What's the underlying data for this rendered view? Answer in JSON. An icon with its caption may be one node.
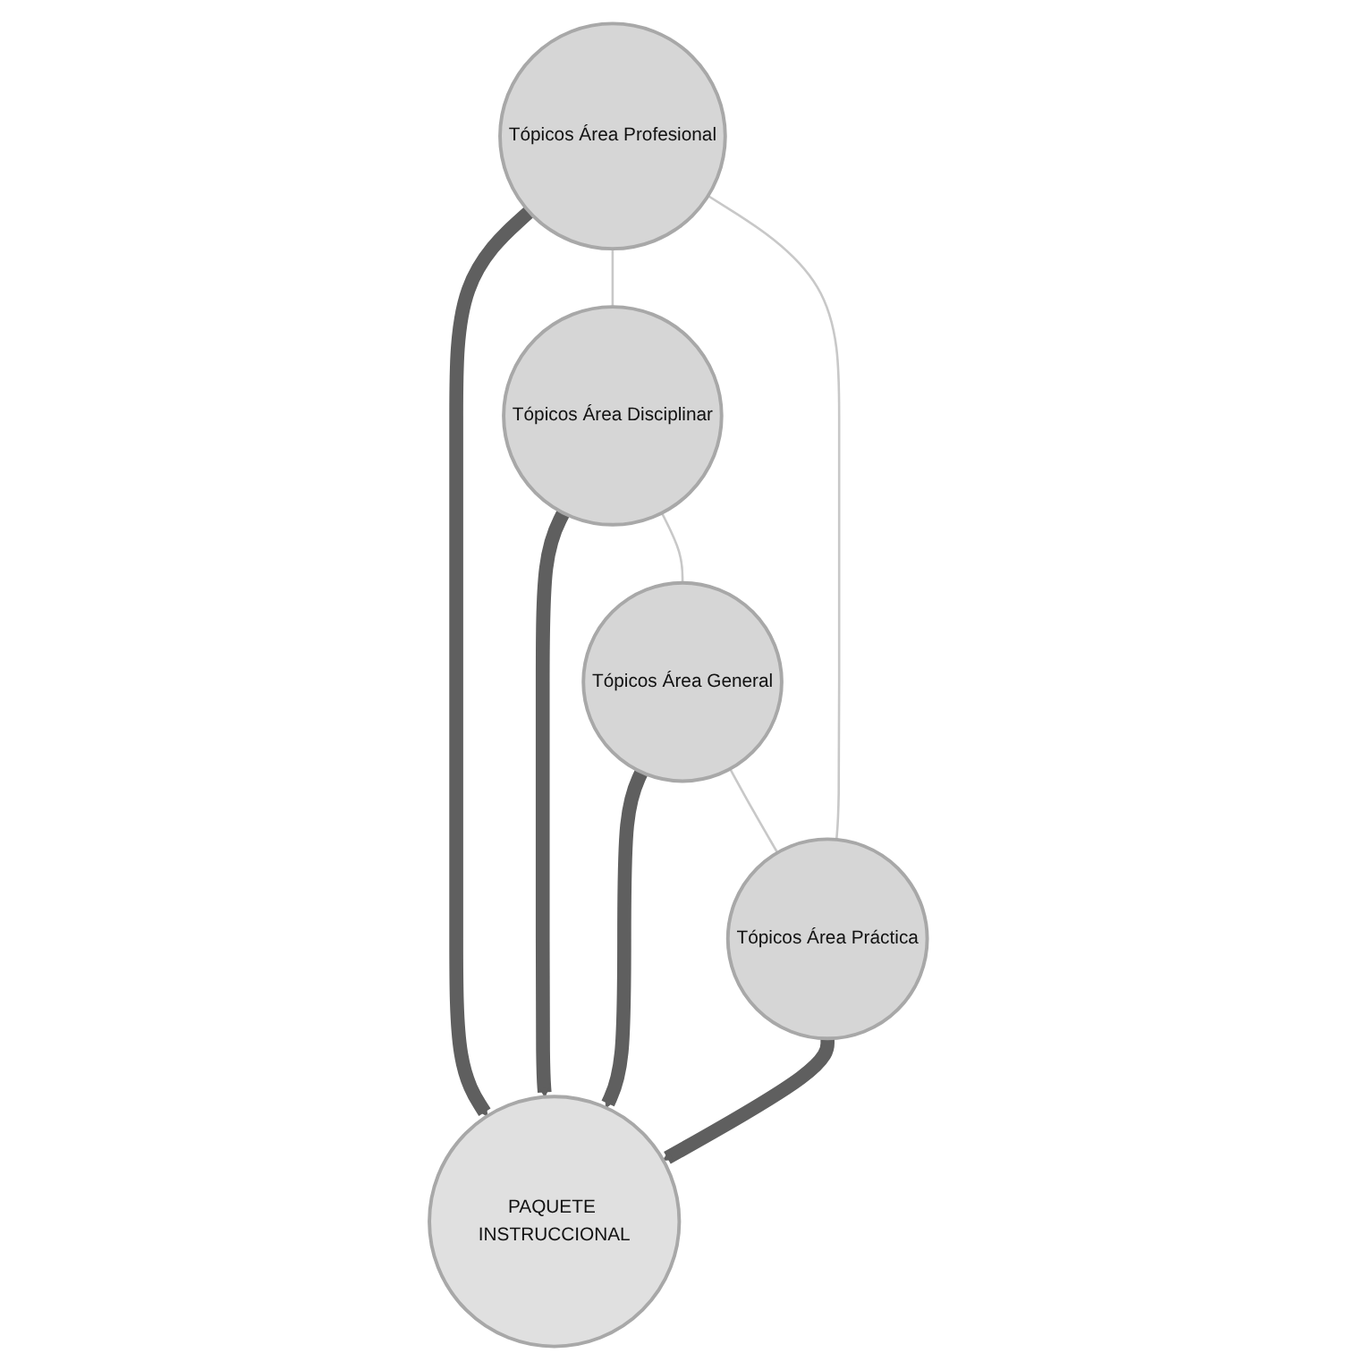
{
  "diagram": {
    "nodes": [
      {
        "text": [
          "Tópicos Área Profesional"
        ]
      },
      {
        "text": [
          "Tópicos Área Práctica"
        ]
      },
      {
        "text": [
          "PAQUETE INSTRUCCIONAL"
        ]
      },
      {
        "text": [
          "Tópicos Área Disciplinar"
        ]
      },
      {
        "text": [
          "Tópicos Área General"
        ]
      }
    ],
    "edges": [
      {
        "from": 0,
        "to": 2,
        "arrow": "to",
        "style": "thick",
        "color": "#5f5f5f"
      },
      {
        "from": 1,
        "to": 2,
        "arrow": "to",
        "style": "thick",
        "color": "#5f5f5f"
      },
      {
        "from": 3,
        "to": 2,
        "arrow": "to",
        "style": "thick",
        "color": "#5f5f5f"
      },
      {
        "from": 4,
        "to": 2,
        "arrow": "to",
        "style": "thick",
        "color": "#5f5f5f"
      },
      {
        "from": 0,
        "to": 3,
        "arrow": "none",
        "color": "#c8c8c8"
      },
      {
        "from": 3,
        "to": 4,
        "arrow": "none",
        "color": "#c8c8c8"
      },
      {
        "from": 4,
        "to": 1,
        "arrow": "none",
        "color": "#c8c8c8"
      },
      {
        "from": 1,
        "to": 0,
        "arrow": "none",
        "color": "#c8c8c8"
      }
    ]
  }
}
